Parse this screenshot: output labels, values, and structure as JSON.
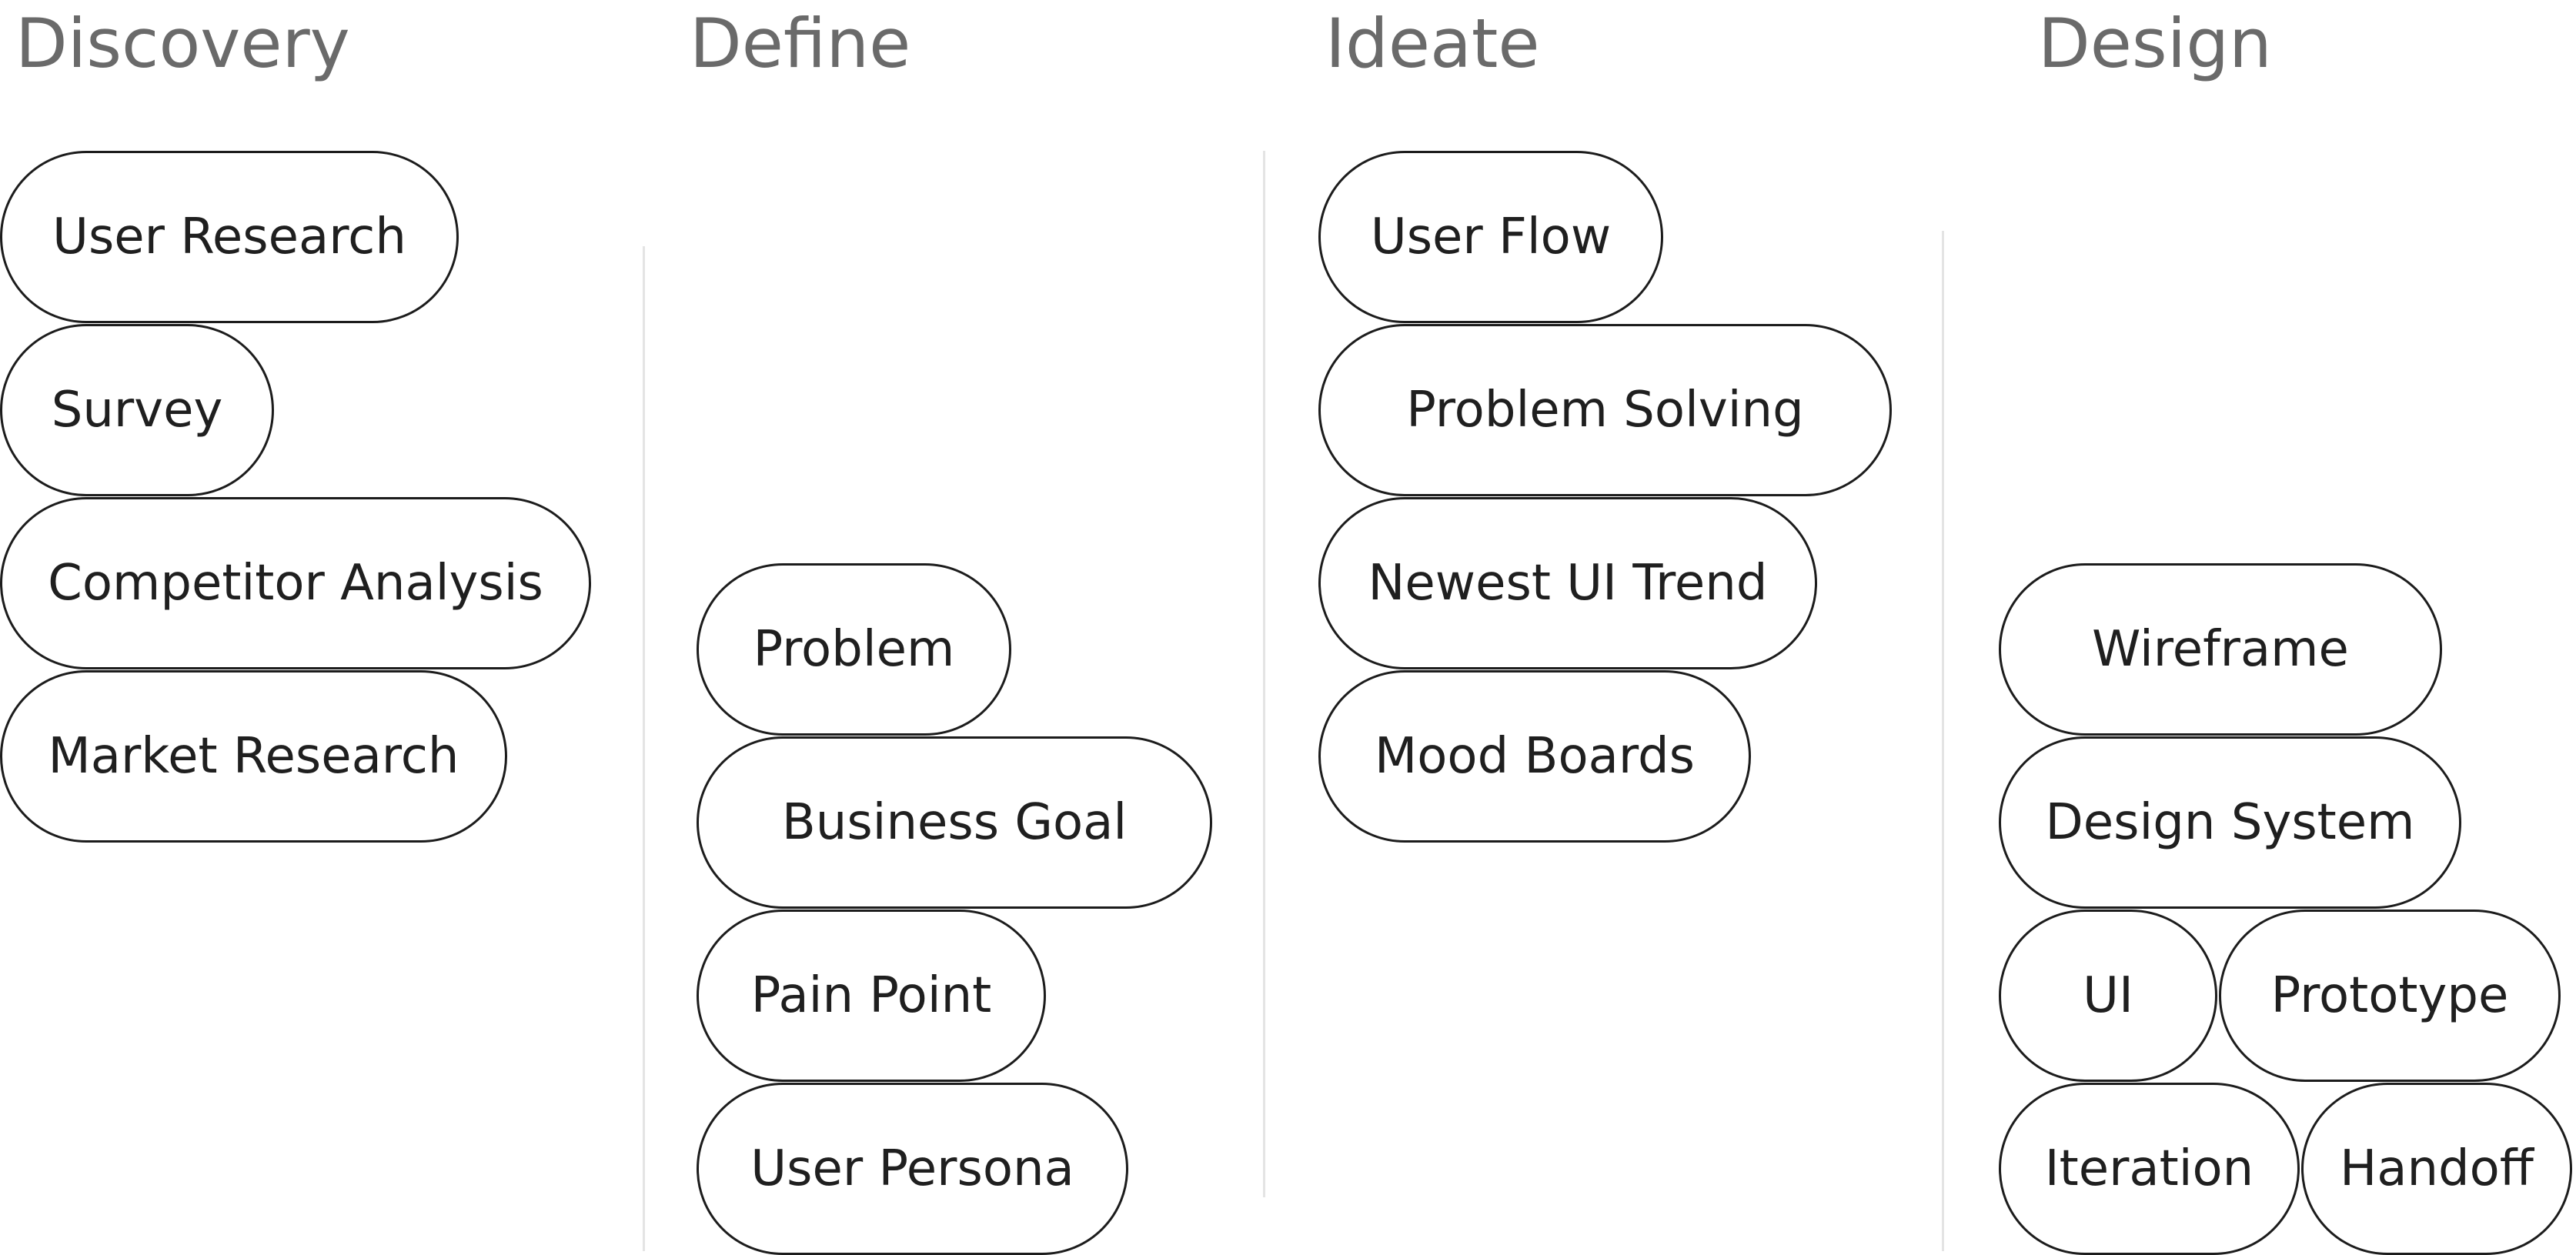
{
  "columns": [
    {
      "title": "Discovery",
      "items": [
        "User Research",
        "Survey",
        "Competitor Analysis",
        "Market Research"
      ]
    },
    {
      "title": "Define",
      "items": [
        "Problem",
        "Business Goal",
        "Pain Point",
        "User Persona"
      ]
    },
    {
      "title": "Ideate",
      "items": [
        "User Flow",
        "Problem Solving",
        "Newest UI Trend",
        "Mood Boards"
      ]
    },
    {
      "title": "Design",
      "items": [
        "Wireframe",
        "Design System",
        "UI",
        "Prototype",
        "Iteration",
        "Handoff"
      ]
    }
  ]
}
